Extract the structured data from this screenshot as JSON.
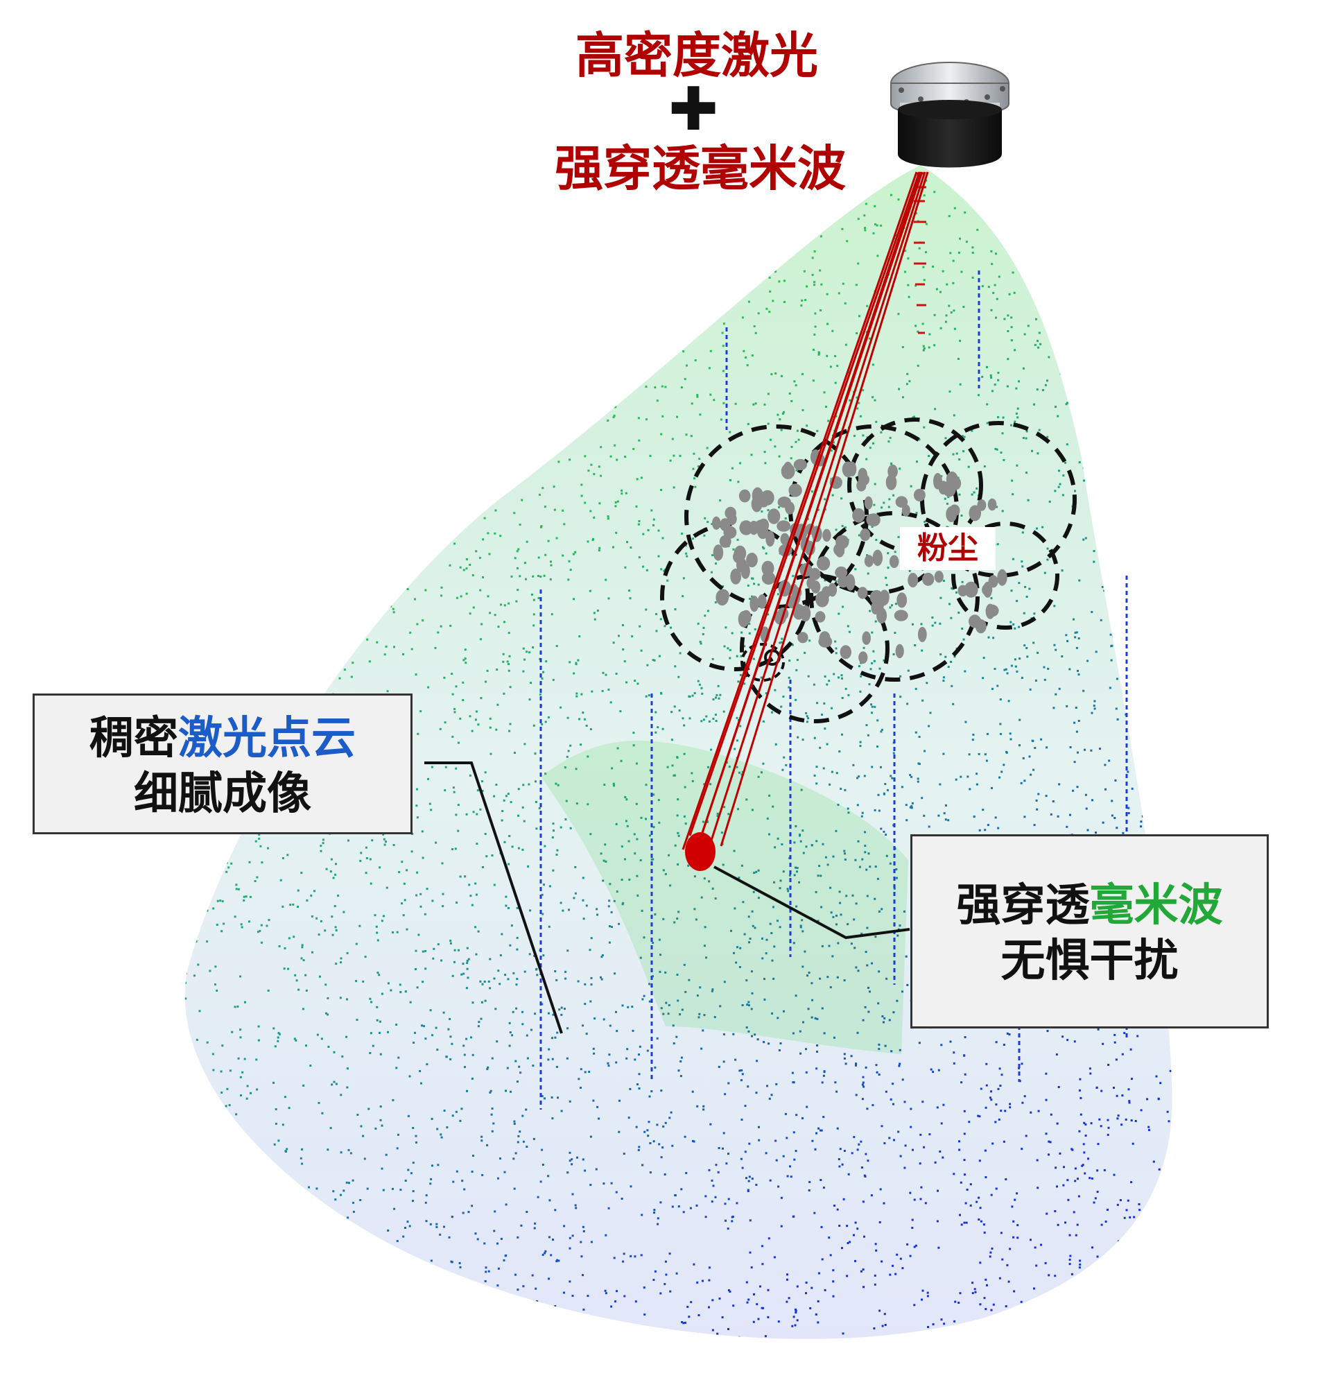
{
  "header": {
    "line1": "高密度激光",
    "plus": "✚",
    "line2": "强穿透毫米波"
  },
  "dust_label": "粉尘",
  "callout_laser": {
    "part1_plain": "稠密",
    "part1_highlight": "激光点云",
    "line2": "细腻成像"
  },
  "callout_radar": {
    "part1_plain": "强穿透",
    "part1_highlight": "毫米波",
    "line2": "无惧干扰"
  },
  "colors": {
    "title_red": "#b00000",
    "highlight_blue": "#1c5cc8",
    "highlight_green": "#22a838",
    "beam_red": "#c00000",
    "dust_gray": "#8a8a8a",
    "cloud_green": "#2fcf3a",
    "cloud_teal": "#1e9a86",
    "cloud_blue": "#1432d6"
  },
  "icons": {
    "sensor": "lidar-radar-sensor-icon"
  }
}
